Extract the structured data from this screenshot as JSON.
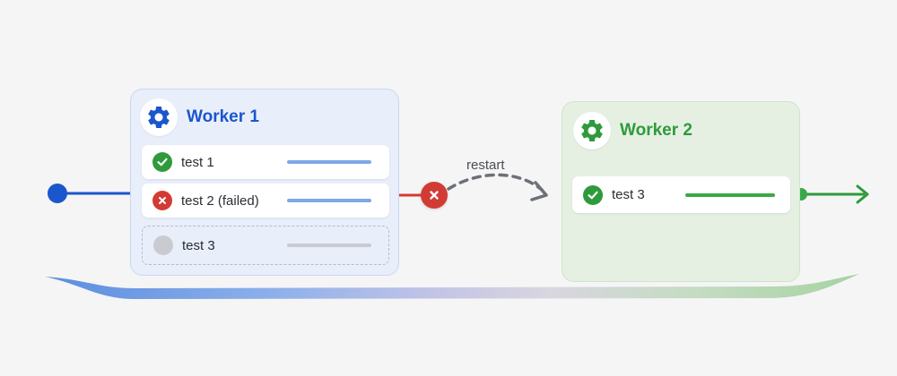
{
  "colors": {
    "worker1_accent": "#1a56cc",
    "worker2_accent": "#2e9a3c",
    "pass": "#2e9a3c",
    "fail": "#d23b34",
    "pending": "#c9cbd1",
    "bar_blue": "#7ea7e8",
    "bar_green": "#3aa84a",
    "bar_gray": "#c9cbd1",
    "connector_gray": "#6c7079"
  },
  "worker1": {
    "title": "Worker 1",
    "icon": "gear-icon",
    "tests": [
      {
        "label": "test 1",
        "status": "passed",
        "icon": "check-circle-icon"
      },
      {
        "label": "test 2 (failed)",
        "status": "failed",
        "icon": "x-circle-icon"
      },
      {
        "label": "test 3",
        "status": "pending",
        "icon": "empty-circle-icon"
      }
    ]
  },
  "connector": {
    "label": "restart",
    "icon": "x-circle-icon"
  },
  "worker2": {
    "title": "Worker 2",
    "icon": "gear-icon",
    "tests": [
      {
        "label": "test 3",
        "status": "passed",
        "icon": "check-circle-icon"
      }
    ]
  }
}
